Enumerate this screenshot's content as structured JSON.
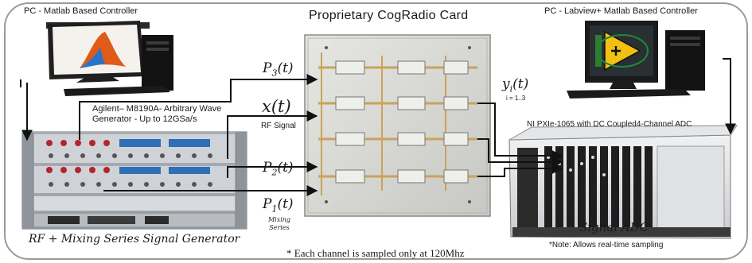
{
  "controllers": {
    "left": {
      "label": "PC - Matlab Based Controller",
      "icon": "matlab-logo-icon"
    },
    "right": {
      "label": "PC - Labview+ Matlab Based Controller",
      "icon": "labview-logo-icon"
    }
  },
  "card": {
    "title": "Proprietary  CogRadio  Card"
  },
  "generator": {
    "device_line1": "Agilent– M8190A- Arbitrary Wave",
    "device_line2": "Generator - Up to 12GSa/s",
    "caption": "RF + Mixing Series Signal Generator"
  },
  "signals": {
    "p3": {
      "symbol": "P",
      "sub": "3",
      "arg": "(t)"
    },
    "x": {
      "symbol": "x(t)",
      "caption": "RF Signal"
    },
    "p2": {
      "symbol": "P",
      "sub": "2",
      "arg": "(t)"
    },
    "p1": {
      "symbol": "P",
      "sub": "1",
      "arg": "(t)",
      "caption_line1": "Mixing",
      "caption_line2": "Series"
    },
    "y": {
      "symbol": "y",
      "sub": "i",
      "arg": "(t)",
      "range": "i = 1..3"
    }
  },
  "adc": {
    "device": "NI PXIe-1065 with DC Coupled4-Channel ADC",
    "caption": "Signal ADC",
    "note": "*Note: Allows real-time sampling"
  },
  "footnote": "* Each channel is sampled only at 120Mhz",
  "colors": {
    "frame": "#9a9a9a",
    "wire": "#111111",
    "chassis": "#c9cdd2",
    "card_bg": "#d8d8d6",
    "copper": "#c9a35a"
  }
}
